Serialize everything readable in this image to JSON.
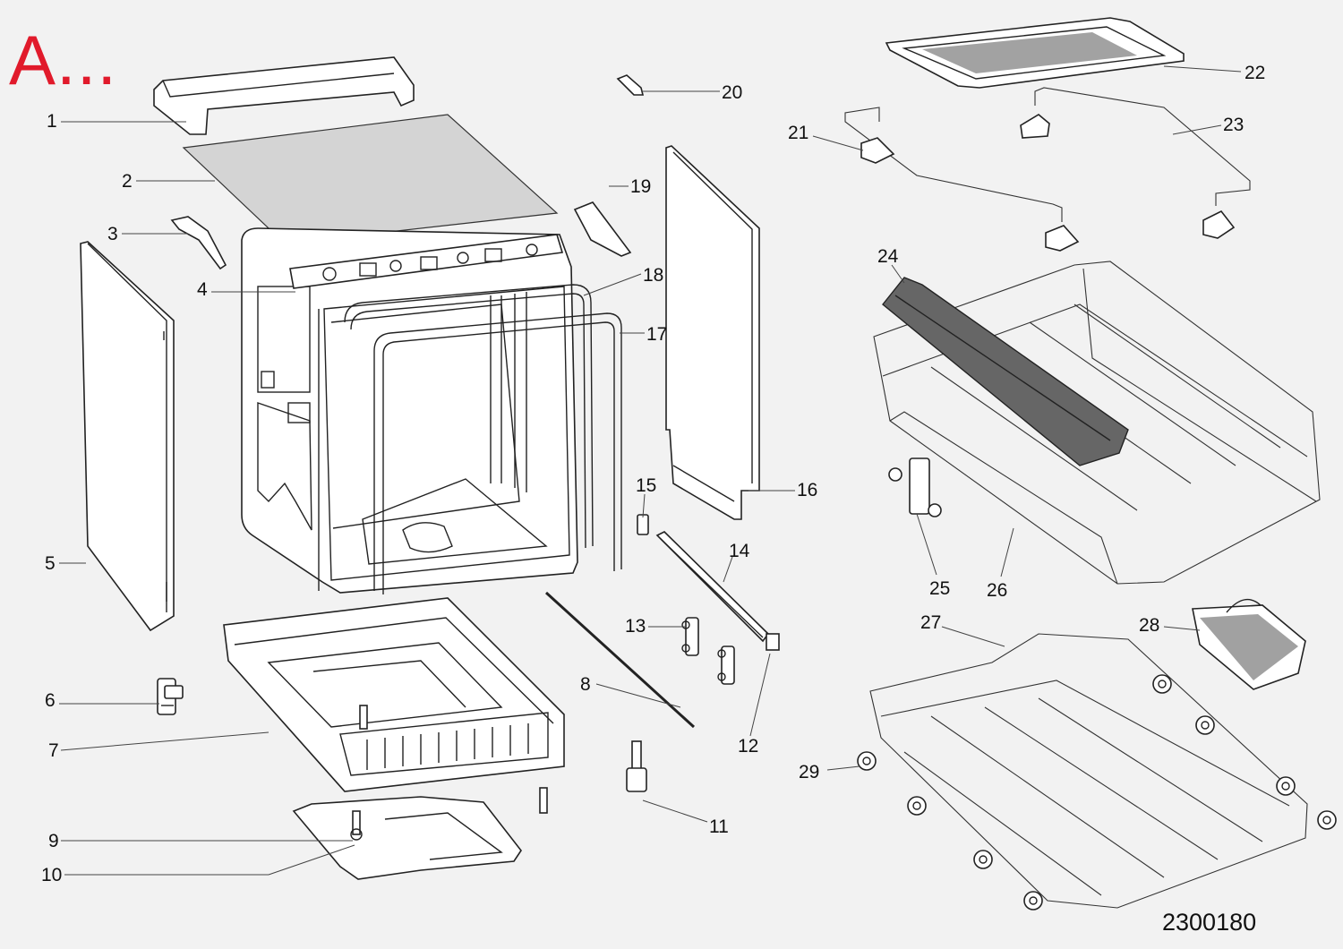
{
  "section_letter": "A...",
  "drawing_number": "2300180",
  "callouts": [
    "1",
    "2",
    "3",
    "4",
    "5",
    "6",
    "7",
    "8",
    "9",
    "10",
    "11",
    "12",
    "13",
    "14",
    "15",
    "16",
    "17",
    "18",
    "19",
    "20",
    "21",
    "22",
    "23",
    "24",
    "25",
    "26",
    "27",
    "28",
    "29"
  ]
}
